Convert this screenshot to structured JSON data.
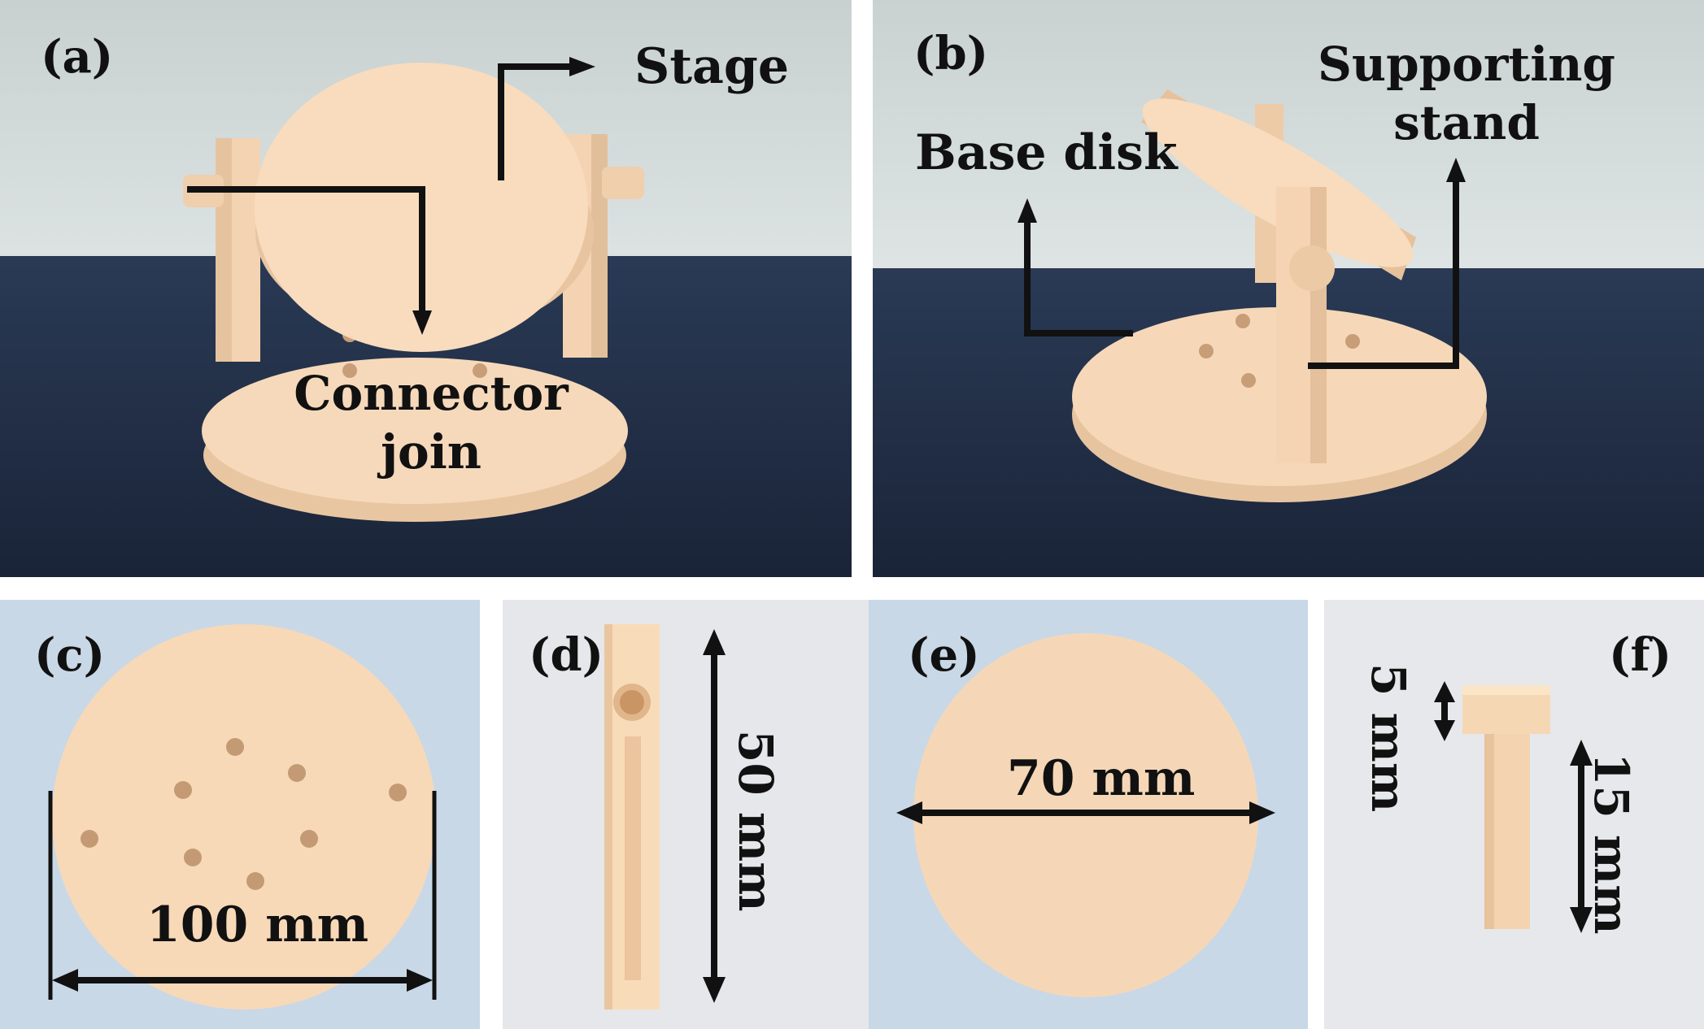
{
  "panels": {
    "a": {
      "label": "(a)",
      "annotations": {
        "stage": "Stage",
        "connector_line1": "Connector",
        "connector_line2": "join"
      }
    },
    "b": {
      "label": "(b)",
      "annotations": {
        "supporting_line1": "Supporting",
        "supporting_line2": "stand",
        "base": "Base disk"
      }
    },
    "c": {
      "label": "(c)",
      "dimension": "100 mm"
    },
    "d": {
      "label": "(d)",
      "dimension": "50 mm"
    },
    "e": {
      "label": "(e)",
      "dimension": "70 mm"
    },
    "f": {
      "label": "(f)",
      "dimension_small": "5 mm",
      "dimension_long": "15 mm"
    }
  },
  "colors": {
    "part": "#f7d9b8",
    "wall_top": "#cfd6d6",
    "table": "#1e2c45",
    "card_bg": "#c9d8e6",
    "annotation": "#111111"
  }
}
